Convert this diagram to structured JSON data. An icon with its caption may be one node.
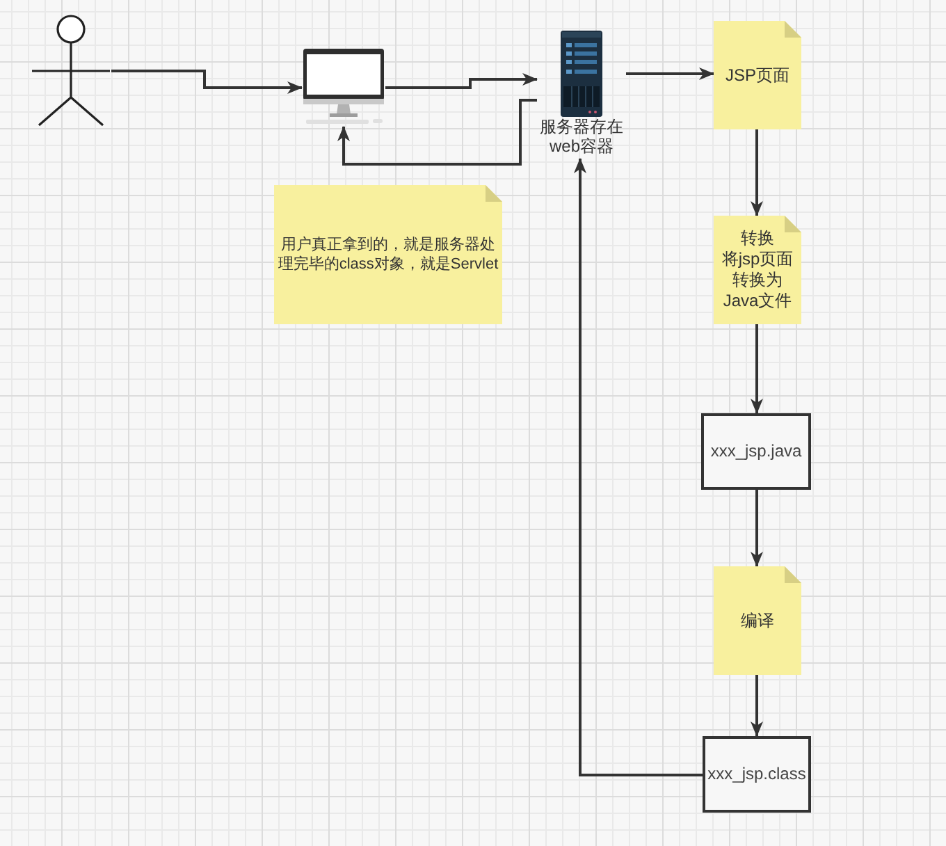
{
  "diagram": {
    "nodes": [
      {
        "text": [],
        "shape": "person"
      },
      {
        "text": [],
        "shape": "picture"
      },
      {
        "text": [],
        "shape": "picture",
        "beside": [
          "服务器存在web容器"
        ]
      },
      {
        "text": [
          "JSP页面"
        ]
      },
      {
        "text": [
          "用户真正拿到的，就是服务器处理完毕的class对象，就是Servlet"
        ]
      },
      {
        "text": [
          "转换",
          "将jsp页面转换为Java文件"
        ]
      },
      {
        "text": [
          "xxx_jsp.java"
        ]
      },
      {
        "text": [
          "编译"
        ]
      },
      {
        "text": [
          "xxx_jsp.class"
        ]
      }
    ],
    "edges": [
      {
        "from": 0,
        "to": 1,
        "arrow": "to"
      },
      {
        "from": 1,
        "to": 2,
        "arrow": "to"
      },
      {
        "from": 2,
        "to": 1,
        "arrow": "to"
      },
      {
        "from": 2,
        "to": 3,
        "arrow": "to"
      },
      {
        "from": 3,
        "to": 5,
        "arrow": "to"
      },
      {
        "from": 5,
        "to": 6,
        "arrow": "to"
      },
      {
        "from": 6,
        "to": 7,
        "arrow": "to"
      },
      {
        "from": 7,
        "to": 8,
        "arrow": "to"
      },
      {
        "from": 8,
        "to": 2,
        "arrow": "to"
      }
    ]
  }
}
